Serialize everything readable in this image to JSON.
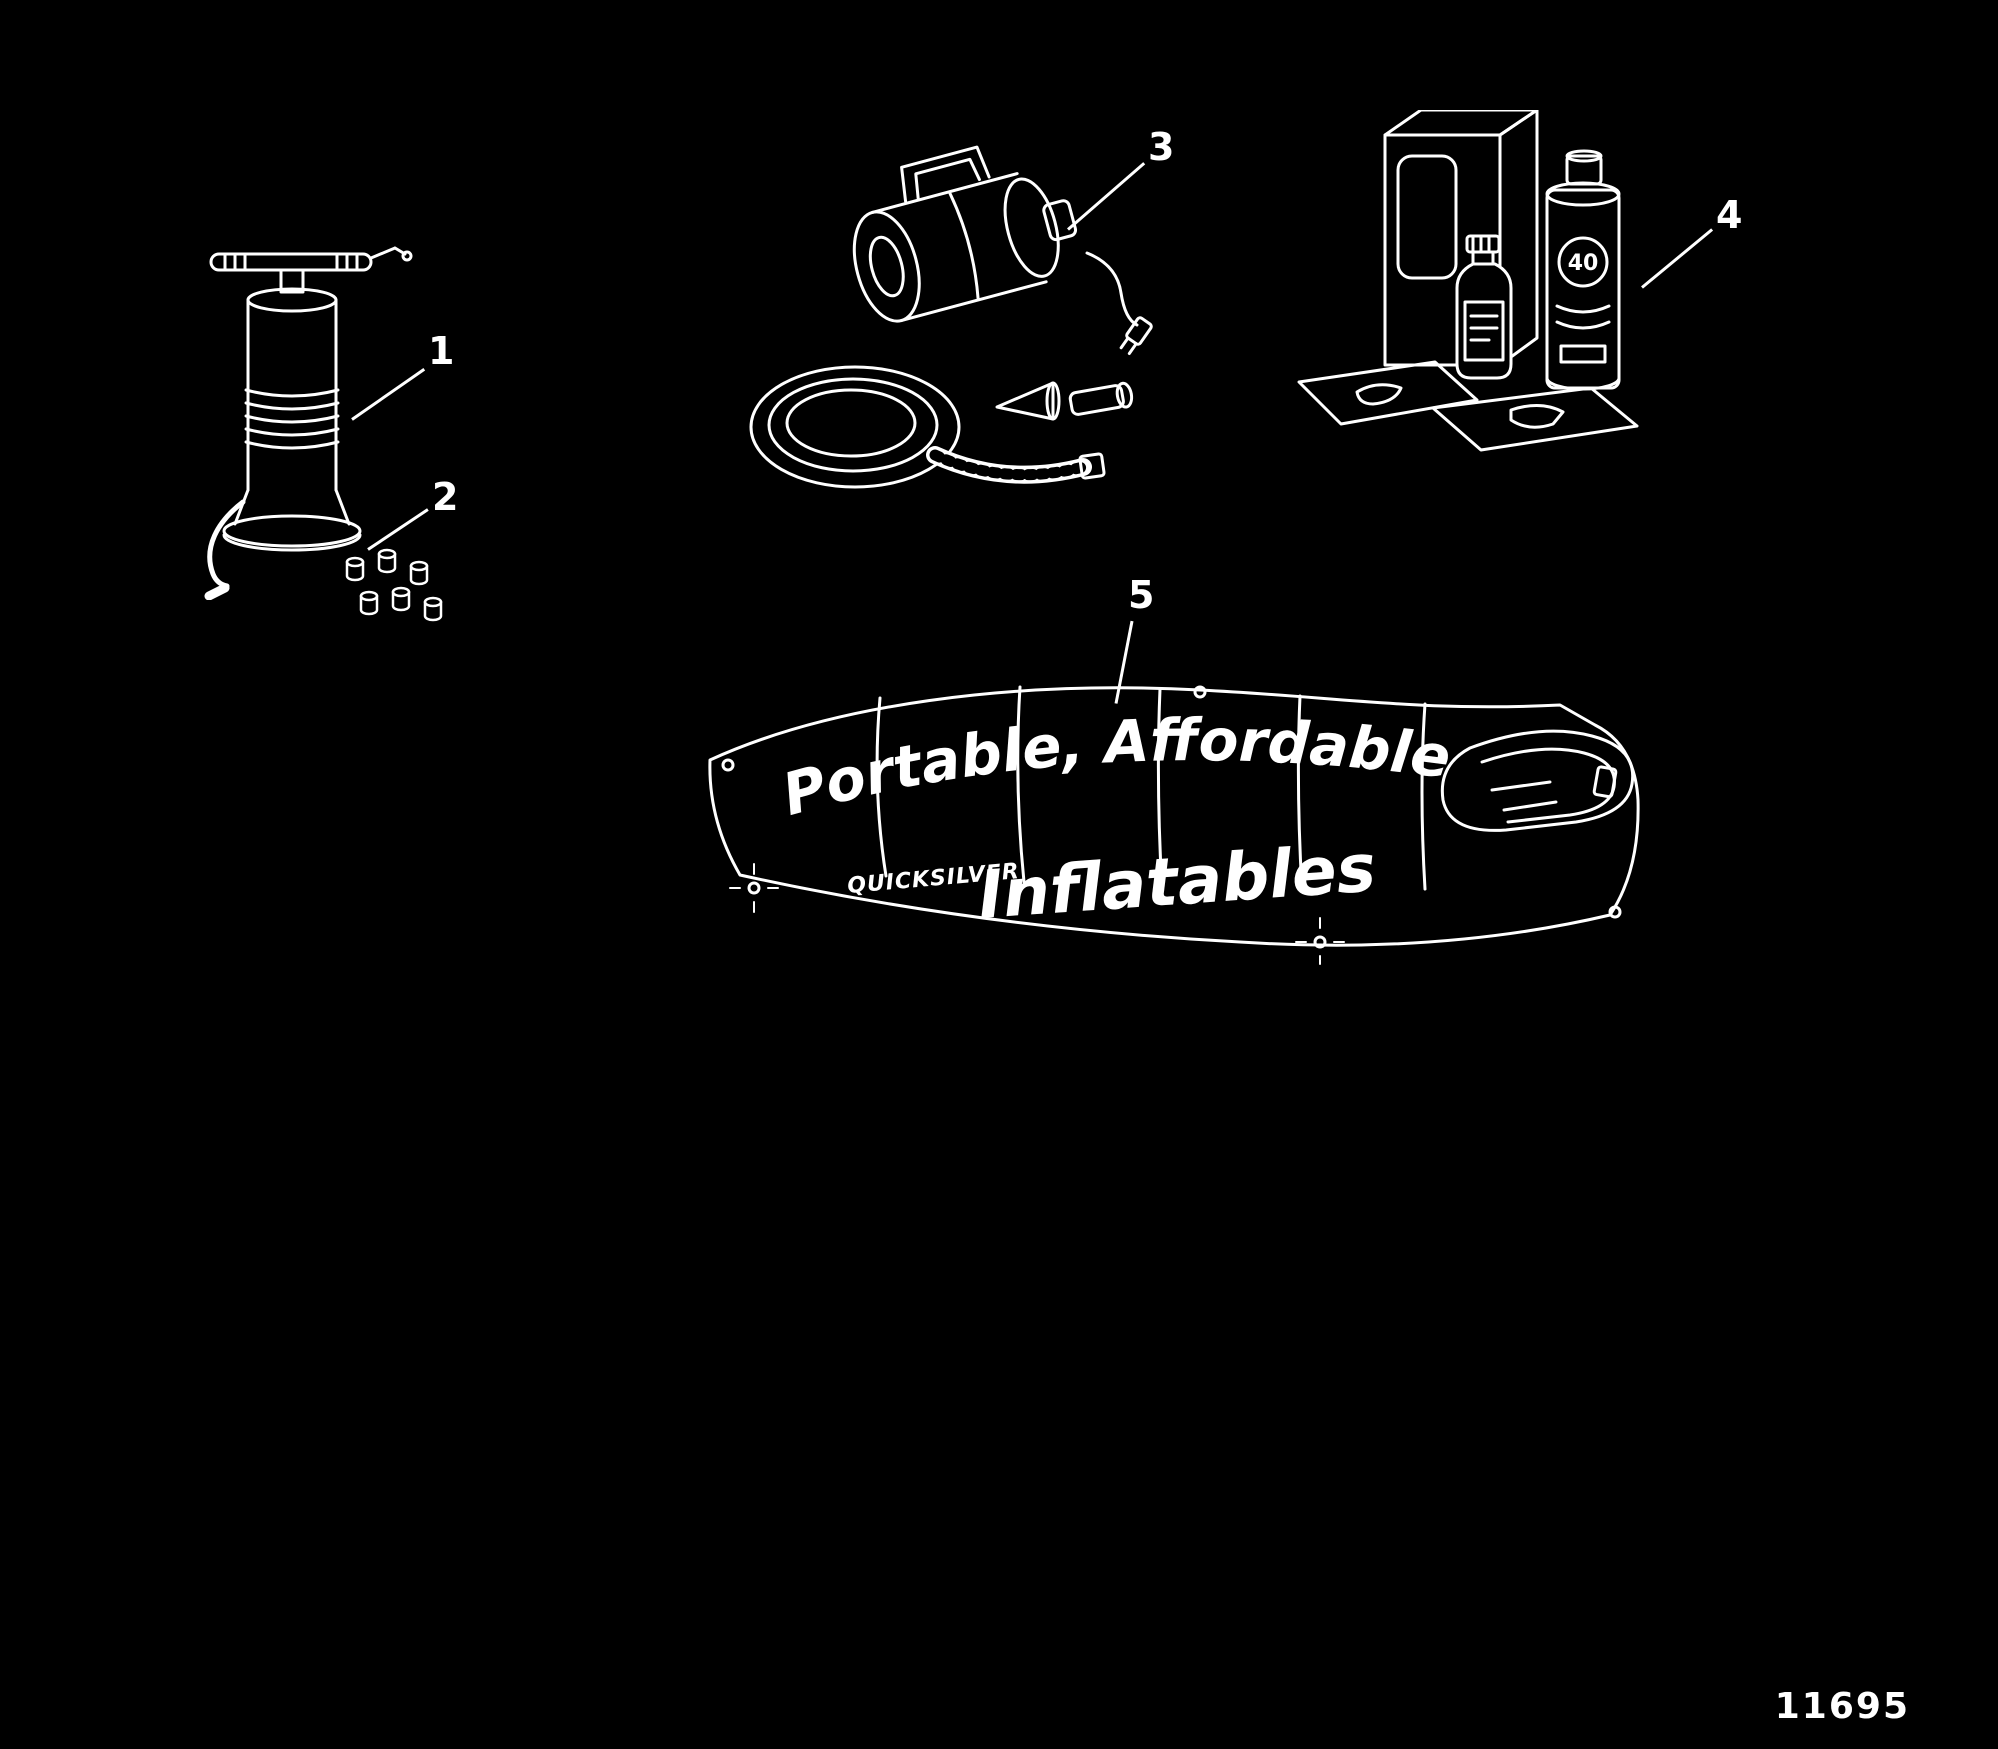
{
  "figure": {
    "part_number": "11695"
  },
  "colors": {
    "background": "#000000",
    "ink": "#ffffff"
  },
  "callouts": [
    {
      "label": "1"
    },
    {
      "label": "2"
    },
    {
      "label": "3"
    },
    {
      "label": "4"
    },
    {
      "label": "5"
    }
  ],
  "banner": {
    "line1": "Portable, Affordable",
    "brand": "QUICKSILVER",
    "line2": "Inflatables"
  },
  "repair_kit": {
    "can_label": "40"
  }
}
